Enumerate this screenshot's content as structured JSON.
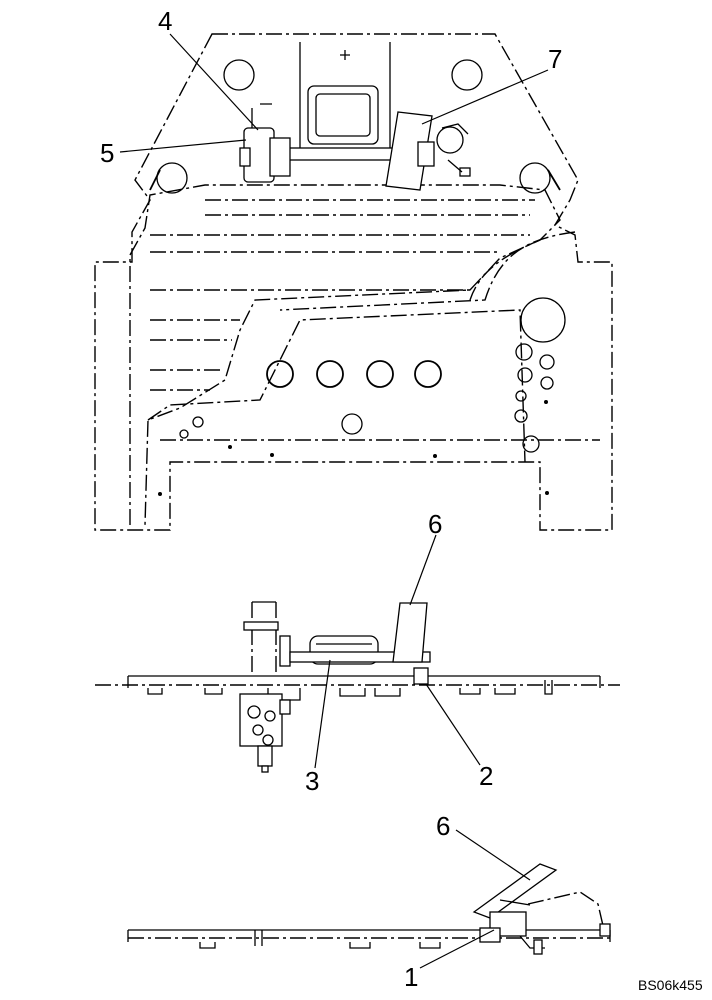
{
  "callouts": {
    "top": [
      {
        "label": "4"
      },
      {
        "label": "5"
      },
      {
        "label": "7"
      }
    ],
    "middle": [
      {
        "label": "6"
      },
      {
        "label": "3"
      },
      {
        "label": "2"
      }
    ],
    "bottom": [
      {
        "label": "6"
      },
      {
        "label": "1"
      }
    ]
  },
  "reference_code": "BS06k455"
}
